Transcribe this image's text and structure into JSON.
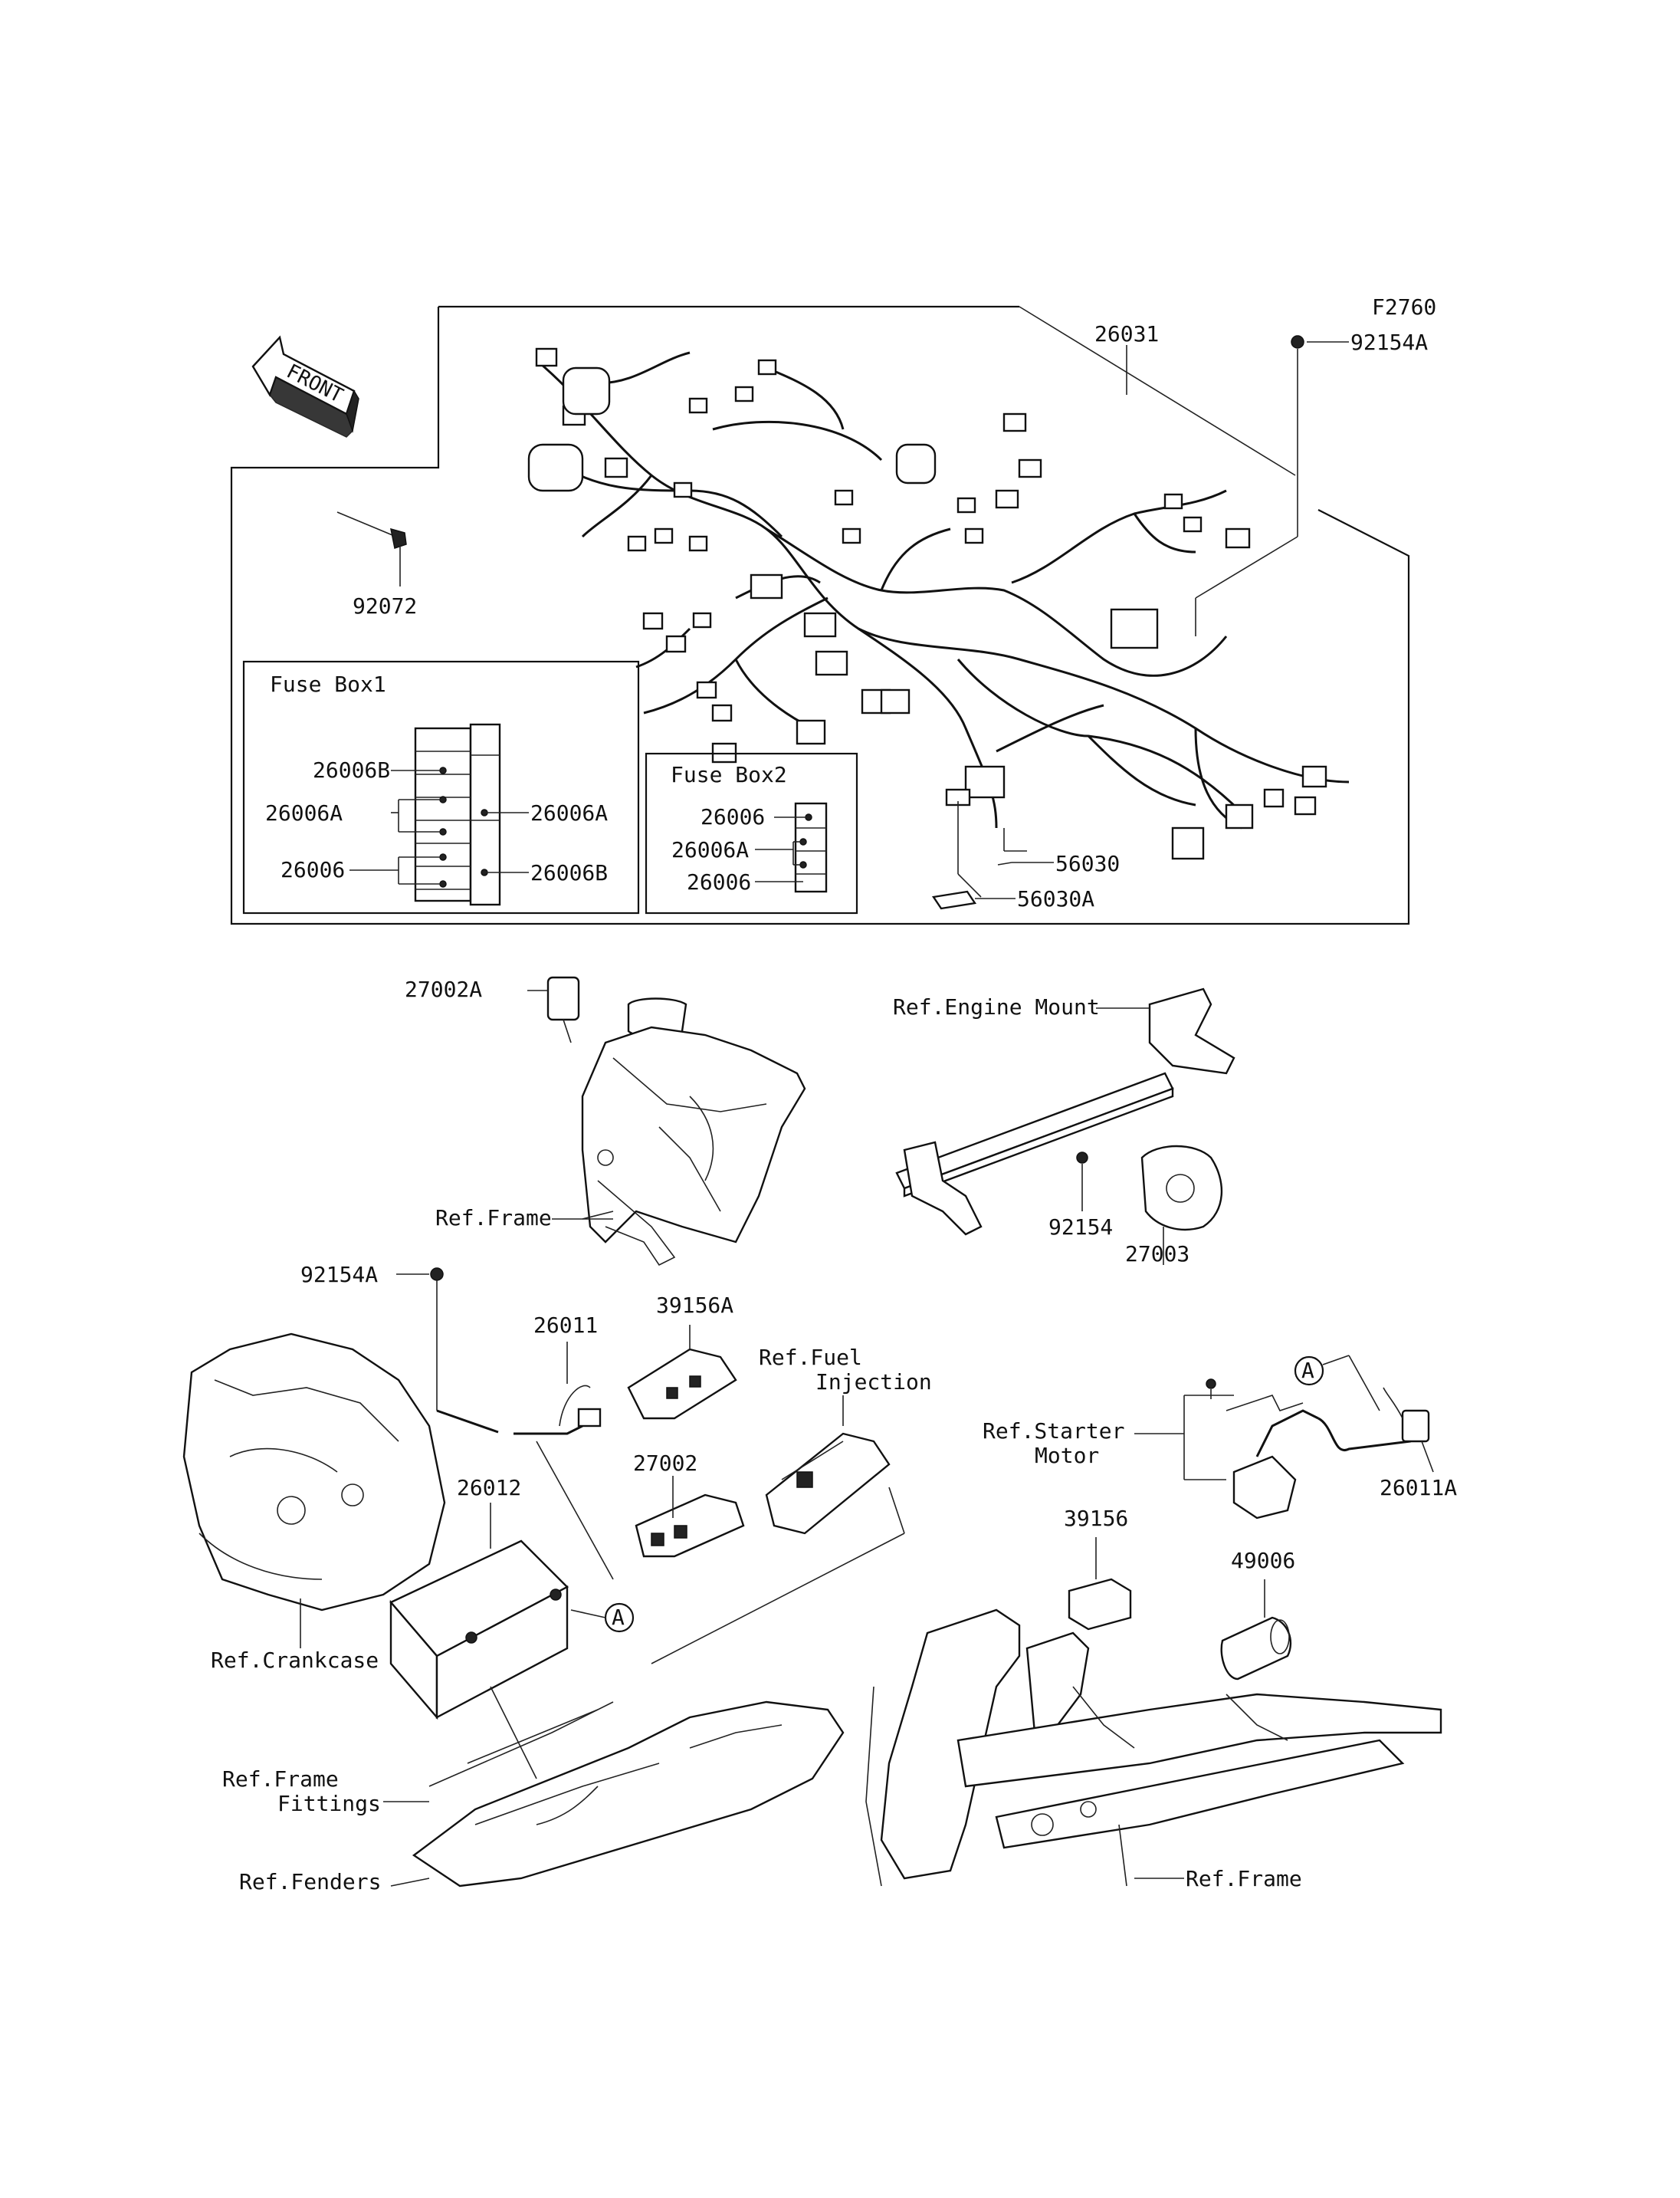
{
  "figure_code": "F2760",
  "front_label": "FRONT",
  "labels": {
    "p26031": "26031",
    "p92154A_top": "92154A",
    "p92072": "92072",
    "fusebox1_title": "Fuse Box1",
    "fb1_26006B_left": "26006B",
    "fb1_26006A_left": "26006A",
    "fb1_26006_left": "26006",
    "fb1_26006A_right": "26006A",
    "fb1_26006B_right": "26006B",
    "fusebox2_title": "Fuse Box2",
    "fb2_26006_a": "26006",
    "fb2_26006A": "26006A",
    "fb2_26006_b": "26006",
    "p56030": "56030",
    "p56030A": "56030A",
    "p27002A": "27002A",
    "ref_frame_1": "Ref.Frame",
    "ref_engine_mount": "Ref.Engine Mount",
    "p92154": "92154",
    "p27003": "27003",
    "p92154A_mid": "92154A",
    "p26011": "26011",
    "p39156A": "39156A",
    "ref_fuel_1": "Ref.Fuel",
    "ref_fuel_2": "Injection",
    "ref_starter_1": "Ref.Starter",
    "ref_starter_2": "Motor",
    "p26011A": "26011A",
    "p26012": "26012",
    "p27002": "27002",
    "p39156": "39156",
    "p49006": "49006",
    "ref_crankcase": "Ref.Crankcase",
    "ref_frame_fittings_1": "Ref.Frame",
    "ref_frame_fittings_2": "Fittings",
    "ref_fenders": "Ref.Fenders",
    "ref_frame_2": "Ref.Frame",
    "circle_a_1": "A",
    "circle_a_2": "A"
  }
}
